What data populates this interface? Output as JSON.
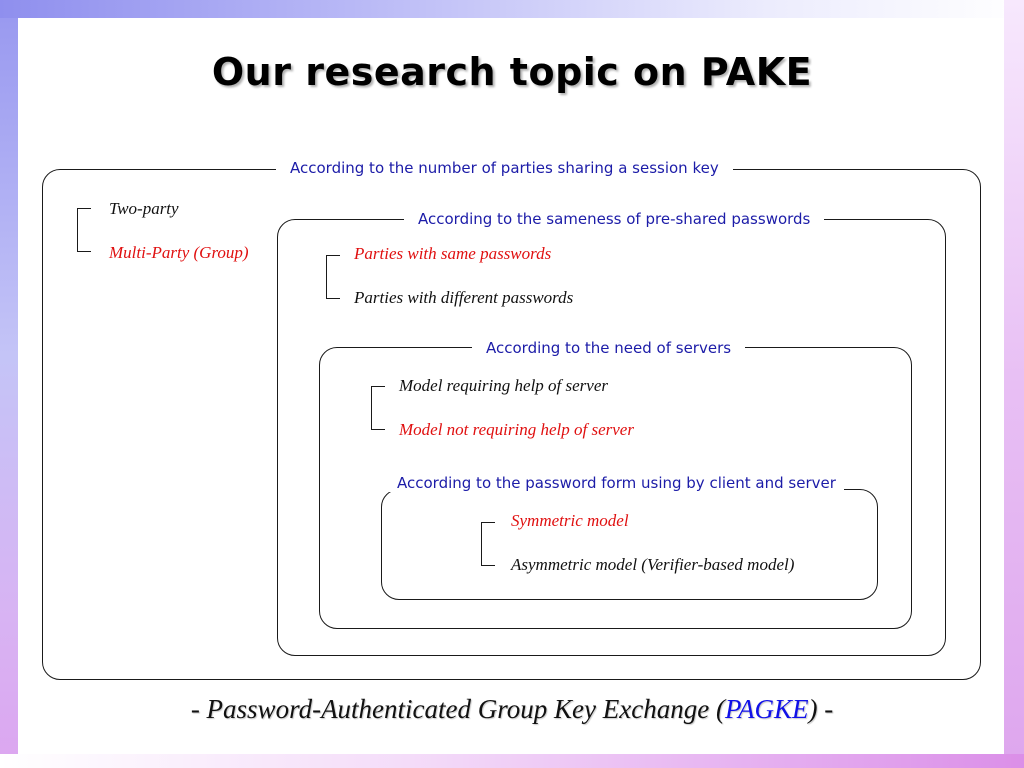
{
  "slide": {
    "title": "Our research topic on PAKE"
  },
  "sections": {
    "parties": {
      "legend": "According to the number of parties sharing a session key",
      "items": [
        {
          "label": "Two-party",
          "color": "#111111"
        },
        {
          "label": "Multi-Party (Group)",
          "color": "#e01010"
        }
      ]
    },
    "passwords": {
      "legend": "According to the sameness of pre-shared passwords",
      "items": [
        {
          "label": "Parties with same passwords",
          "color": "#e01010"
        },
        {
          "label": "Parties with different passwords",
          "color": "#111111"
        }
      ]
    },
    "servers": {
      "legend": "According to the need of servers",
      "items": [
        {
          "label": "Model requiring help of server",
          "color": "#111111"
        },
        {
          "label": "Model not requiring help of server",
          "color": "#e01010"
        }
      ]
    },
    "password_form": {
      "legend": "According to the password form using by client and server",
      "items": [
        {
          "label": "Symmetric model",
          "color": "#e01010"
        },
        {
          "label": "Asymmetric model (Verifier-based model)",
          "color": "#111111"
        }
      ]
    }
  },
  "footer": {
    "prefix": "- Password-Authenticated Group Key Exchange (",
    "acronym": "PAGKE",
    "suffix": ") -"
  },
  "colors": {
    "legend_text": "#1c1ca8",
    "highlight": "#e01010",
    "acronym": "#1010e8"
  }
}
